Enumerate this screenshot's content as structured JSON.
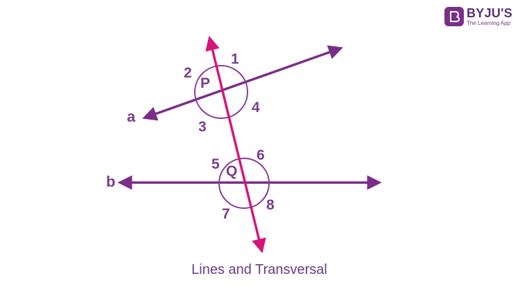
{
  "brand": {
    "name": "BYJU'S",
    "tagline": "The Learning App",
    "logo_icon": "byjus-b-logo-icon",
    "color": "#7a2e88"
  },
  "diagram": {
    "caption": "Lines and Transversal",
    "line_labels": {
      "a": "a",
      "b": "b"
    },
    "points": {
      "p": "P",
      "q": "Q"
    },
    "angles": [
      "1",
      "2",
      "3",
      "4",
      "5",
      "6",
      "7",
      "8"
    ],
    "colors": {
      "line": "#7a2e88",
      "transversal": "#d6157a",
      "circle": "#8a3b9b",
      "text": "#7a3d8e"
    }
  }
}
